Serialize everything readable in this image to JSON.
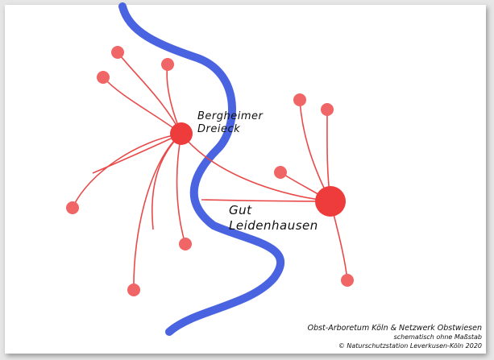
{
  "labels": {
    "hub_a_line1": "Bergheimer",
    "hub_a_line2": "Dreieck",
    "hub_b_line1": "Gut",
    "hub_b_line2": "Leidenhausen"
  },
  "caption": {
    "line1": "Obst-Arboretum Köln & Netzwerk Obstwiesen",
    "line2": "schematisch ohne Maßstab",
    "line3": "© Naturschutzstation Leverkusen-Köln 2020"
  },
  "colors": {
    "river": "#4a63e0",
    "node": "#ee3b3b",
    "satellite": "#f06565",
    "link": "#e84a4a",
    "background": "#ffffff"
  }
}
